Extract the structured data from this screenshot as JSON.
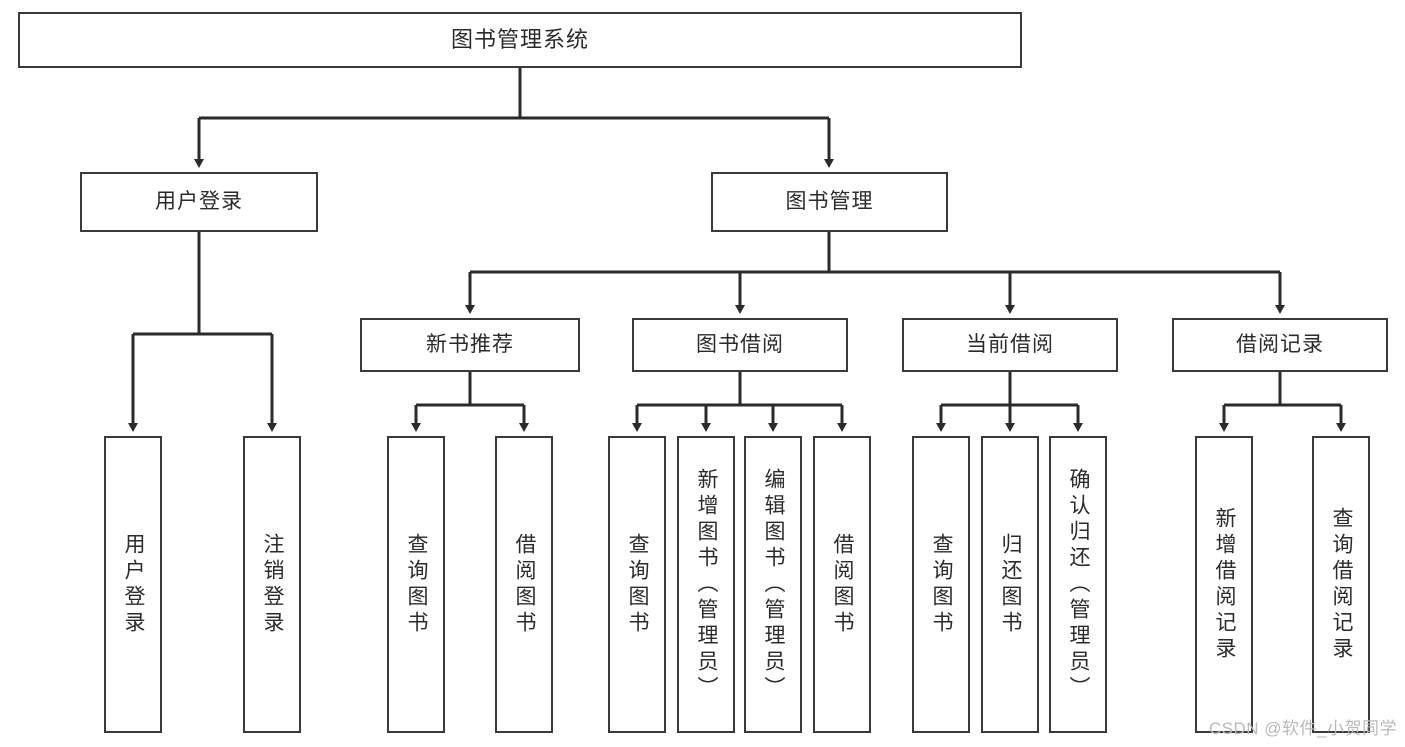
{
  "diagram": {
    "type": "tree",
    "title": "图书管理系统",
    "orientation": "top-down",
    "colors": {
      "box_border": "#3a3a3a",
      "box_fill": "#ffffff",
      "connector": "#2b2b2b",
      "text": "#2b2b2b",
      "watermark": "#b9b9b9",
      "background": "#ffffff"
    }
  },
  "nodes": {
    "root": {
      "label": "图书管理系统"
    },
    "level1": [
      {
        "id": "user-login",
        "label": "用户登录"
      },
      {
        "id": "book-manage",
        "label": "图书管理"
      }
    ],
    "level2": [
      {
        "id": "new-book-recommend",
        "label": "新书推荐"
      },
      {
        "id": "book-borrow",
        "label": "图书借阅"
      },
      {
        "id": "current-borrow",
        "label": "当前借阅"
      },
      {
        "id": "borrow-record",
        "label": "借阅记录"
      }
    ],
    "leaves": {
      "user-login": [
        {
          "id": "leaf-user-login",
          "label": "用户登录"
        },
        {
          "id": "leaf-logout-login",
          "label": "注销登录"
        }
      ],
      "new-book-recommend": [
        {
          "id": "leaf-query-book-1",
          "label": "查询图书"
        },
        {
          "id": "leaf-borrow-book-1",
          "label": "借阅图书"
        }
      ],
      "book-borrow": [
        {
          "id": "leaf-query-book-2",
          "label": "查询图书"
        },
        {
          "id": "leaf-add-book",
          "label": "新增图书（管理员）"
        },
        {
          "id": "leaf-edit-book",
          "label": "编辑图书（管理员）"
        },
        {
          "id": "leaf-borrow-book-2",
          "label": "借阅图书"
        }
      ],
      "current-borrow": [
        {
          "id": "leaf-query-book-3",
          "label": "查询图书"
        },
        {
          "id": "leaf-return-book",
          "label": "归还图书"
        },
        {
          "id": "leaf-confirm-return",
          "label": "确认归还（管理员）"
        }
      ],
      "borrow-record": [
        {
          "id": "leaf-add-record",
          "label": "新增借阅记录"
        },
        {
          "id": "leaf-query-record",
          "label": "查询借阅记录"
        }
      ]
    }
  },
  "watermark": {
    "text": "CSDN @软件_小贺同学"
  }
}
